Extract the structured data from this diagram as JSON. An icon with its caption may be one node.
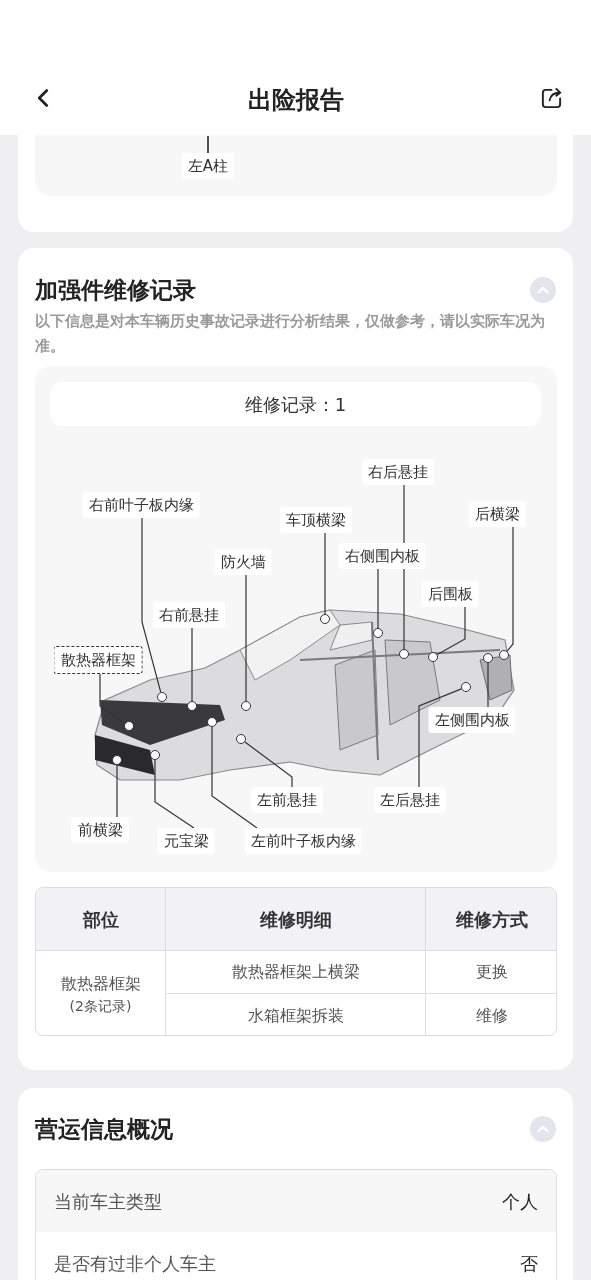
{
  "diagram": {
    "title": "出险报告",
    "nodes": [
      {
        "text": [
          "右后悬挂"
        ]
      },
      {
        "text": [
          "右前叶子板内缘"
        ]
      },
      {
        "text": [
          "后横梁"
        ]
      },
      {
        "text": [
          "车顶横梁"
        ]
      },
      {
        "text": [
          "右侧围内板"
        ]
      },
      {
        "text": [
          "防火墙"
        ]
      },
      {
        "text": [
          "后围板"
        ]
      },
      {
        "text": [
          "右前悬挂"
        ]
      },
      {
        "text": [
          "散热器框架"
        ]
      },
      {
        "text": [
          "左侧围内板"
        ]
      },
      {
        "text": [
          "左前悬挂"
        ]
      },
      {
        "text": [
          "左后悬挂"
        ]
      },
      {
        "text": [
          "前横梁"
        ]
      },
      {
        "text": [
          "元宝梁"
        ]
      },
      {
        "text": [
          "左前叶子板内缘"
        ]
      },
      {
        "text": [],
        "shape": "circle"
      },
      {
        "text": [],
        "shape": "circle"
      },
      {
        "text": [],
        "shape": "circle"
      },
      {
        "text": [],
        "shape": "circle"
      },
      {
        "text": [],
        "shape": "circle"
      },
      {
        "text": [],
        "shape": "circle"
      },
      {
        "text": [],
        "shape": "circle"
      },
      {
        "text": [],
        "shape": "circle"
      },
      {
        "text": [],
        "shape": "circle"
      },
      {
        "text": [],
        "shape": "circle"
      },
      {
        "text": [],
        "shape": "circle"
      },
      {
        "text": [],
        "shape": "circle"
      },
      {
        "text": [],
        "shape": "circle"
      },
      {
        "text": [],
        "shape": "circle"
      },
      {
        "text": [],
        "shape": "circle"
      },
      {
        "text": [
          "左A柱"
        ]
      }
    ],
    "edges": [
      {
        "from": 0,
        "to": 25,
        "arrow": "none"
      },
      {
        "from": 1,
        "to": 18,
        "arrow": "none"
      },
      {
        "from": 2,
        "to": 29,
        "arrow": "none"
      },
      {
        "from": 3,
        "to": 23,
        "arrow": "none"
      },
      {
        "from": 4,
        "to": 24,
        "arrow": "none"
      },
      {
        "from": 5,
        "to": 22,
        "arrow": "none"
      },
      {
        "from": 6,
        "to": 26,
        "arrow": "none"
      },
      {
        "from": 7,
        "to": 19,
        "arrow": "none"
      },
      {
        "from": 8,
        "to": 16,
        "arrow": "none"
      },
      {
        "from": 9,
        "to": 28,
        "arrow": "none"
      },
      {
        "from": 10,
        "to": 21,
        "arrow": "none"
      },
      {
        "from": 11,
        "to": 27,
        "arrow": "none"
      },
      {
        "from": 12,
        "to": 15,
        "arrow": "none"
      },
      {
        "from": 13,
        "to": 17,
        "arrow": "none"
      },
      {
        "from": 14,
        "to": 20,
        "arrow": "none"
      },
      {
        "from": 30,
        "to": null,
        "arrow": "none"
      }
    ],
    "labels": [
      "加强件维修记录",
      "以下信息是对本车辆历史事故记录进行分析结果，仅做参考，请以实际车况为准。",
      "维修记录：1",
      "部位",
      "维修明细",
      "维修方式",
      "散热器框架",
      "(2条记录)",
      "散热器框架上横梁",
      "更换",
      "水箱框架拆装",
      "维修",
      "营运信息概况",
      "当前车主类型",
      "个人",
      "是否有过非个人车主",
      "否"
    ]
  }
}
